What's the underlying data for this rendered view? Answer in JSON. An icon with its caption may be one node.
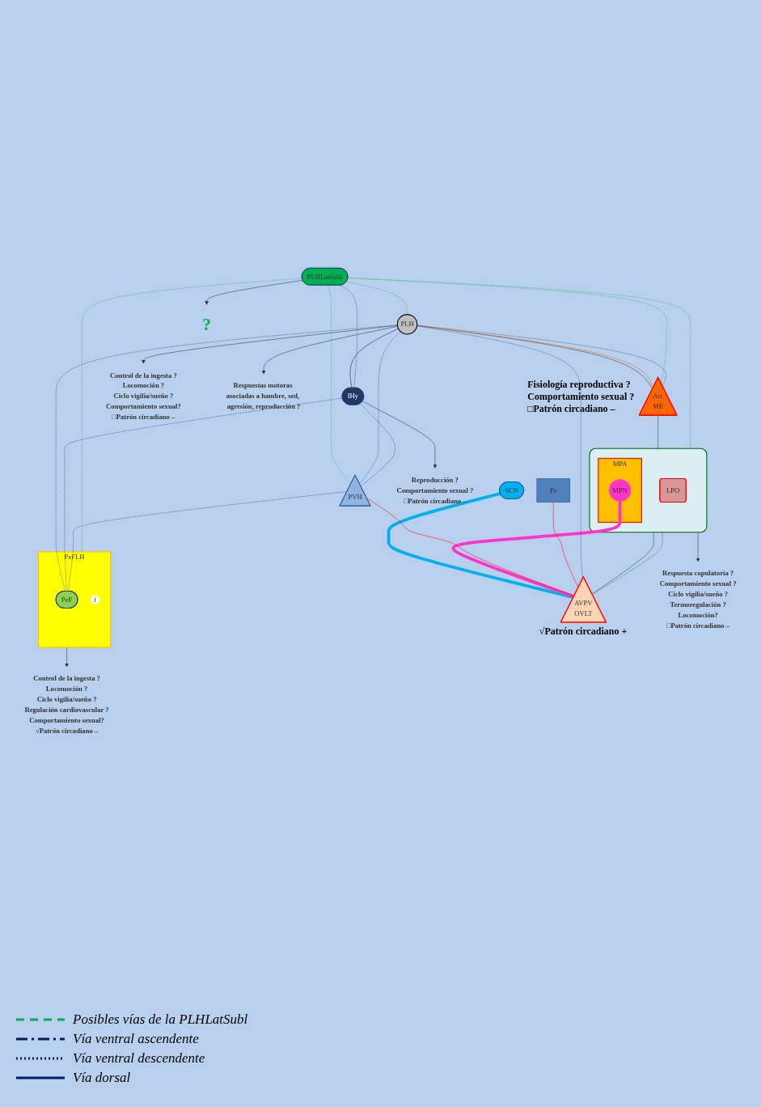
{
  "diagram": {
    "nodes": [
      {
        "text": [
          "PLH"
        ]
      },
      {
        "text": [
          "Arc",
          "ME"
        ],
        "beside": [
          "Fisiología reproductiva ?",
          "Comportamiento sexual ?",
          "□Patrón circadiano –"
        ]
      },
      {
        "text": [
          "PLHLatSubl"
        ]
      },
      {
        "text": [
          "PeFLH"
        ]
      },
      {
        "text": [
          "PeF"
        ],
        "in": 3
      },
      {
        "text": [
          "f"
        ],
        "in": 3
      },
      {
        "text": [
          "IHy"
        ]
      },
      {
        "text": [
          "PVH"
        ]
      },
      {
        "text": [
          "Pe"
        ]
      },
      {
        "text": [
          "SCN"
        ]
      },
      {
        "text": [],
        "shape": "box"
      },
      {
        "text": [
          "MPA"
        ],
        "in": 10
      },
      {
        "text": [
          "MPN"
        ],
        "in": 11
      },
      {
        "text": [
          "LPO"
        ],
        "in": 10
      },
      {
        "text": [
          "AVPV",
          "OVLT"
        ],
        "beside": [
          "√Patrón circadiano +"
        ]
      },
      {
        "text": [
          "Control de la ingesta ?",
          "Locomoción ?",
          "Ciclo vigilia/sueño ?",
          "Comportamiento sexual?",
          "□Patrón circadiano –"
        ]
      },
      {
        "text": [
          "Respuestas motoras asociadas a hambre, sed, agresión, reproducción ?"
        ]
      },
      {
        "text": [
          "?"
        ]
      },
      {
        "text": [
          "Reproducción ?",
          "Comportamiento sexual ?",
          "□Patrón circadiano –"
        ]
      },
      {
        "text": [
          "Respuesta copulatoria ?",
          "Comportamiento sexual ?",
          "Ciclo vigilia/sueño ?",
          "Termoregulación ?",
          "Locomoción?",
          "□Patrón circadiano –"
        ]
      },
      {
        "text": [
          "Control de la ingesta ?",
          "Locomoción ?",
          "Ciclo vigilia/sueño ?",
          "Regulación cardiovascular ?",
          "Comportamiento sexual?",
          "√Patrón circadiano –"
        ]
      }
    ],
    "edges": [
      {
        "from": 0,
        "to": 15,
        "arrow": "to"
      },
      {
        "from": 0,
        "to": 16,
        "arrow": "to"
      },
      {
        "from": 2,
        "to": 17,
        "arrow": "to"
      },
      {
        "from": 6,
        "to": 18,
        "arrow": "to"
      },
      {
        "from": 10,
        "to": 19,
        "arrow": "to"
      },
      {
        "from": 3,
        "to": 20,
        "arrow": "to"
      },
      {
        "from": 9,
        "to": 14,
        "arrow": "to",
        "style": "thick",
        "color": "#00b0f0"
      },
      {
        "from": 12,
        "to": 14,
        "arrow": "to",
        "style": "thick",
        "color": "#ff33cc"
      },
      {
        "from": 0,
        "to": 1,
        "arrow": "none"
      },
      {
        "from": 0,
        "to": 1,
        "arrow": "none",
        "color": "#ff6600"
      },
      {
        "from": 1,
        "to": 10,
        "arrow": "none",
        "color": "#006600"
      },
      {
        "from": 10,
        "to": 14,
        "arrow": "none",
        "color": "#006600"
      },
      {
        "from": 7,
        "to": 14,
        "arrow": "none",
        "color": "#ff0000"
      },
      {
        "from": 8,
        "to": 14,
        "arrow": "none",
        "color": "#ff0000"
      },
      {
        "from": 0,
        "to": 6,
        "arrow": "none",
        "color": "#002060"
      },
      {
        "from": 2,
        "to": 0,
        "arrow": "none",
        "style": "dashed",
        "color": "#00b050"
      },
      {
        "from": 2,
        "to": 3,
        "arrow": "none",
        "style": "dashed",
        "color": "#00b050"
      },
      {
        "from": 2,
        "to": 1,
        "arrow": "none",
        "style": "dashed",
        "color": "#00b050"
      },
      {
        "from": 2,
        "to": 10,
        "arrow": "none",
        "style": "dashed",
        "color": "#00b050"
      },
      {
        "from": 2,
        "to": 7,
        "arrow": "none",
        "style": "dashed",
        "color": "#00b050"
      },
      {
        "from": 2,
        "to": 6,
        "arrow": "none",
        "style": "dashed",
        "color": "#002060"
      },
      {
        "from": 0,
        "to": 4,
        "arrow": "none",
        "style": "dashed",
        "color": "#002060"
      },
      {
        "from": 0,
        "to": 1,
        "arrow": "none",
        "style": "dashed",
        "color": "#002060"
      },
      {
        "from": 6,
        "to": 4,
        "arrow": "none",
        "style": "dashed",
        "color": "#002060"
      },
      {
        "from": 0,
        "to": 14,
        "arrow": "none",
        "style": "dashed",
        "color": "#002060"
      },
      {
        "from": 0,
        "to": 7,
        "arrow": "none",
        "style": "dashed",
        "color": "#002060"
      },
      {
        "from": 6,
        "to": 7,
        "arrow": "none",
        "style": "dashed",
        "color": "#002060"
      },
      {
        "from": 7,
        "to": 4,
        "arrow": "none",
        "style": "dashed",
        "color": "#002060"
      },
      {
        "from": 10,
        "to": 14,
        "arrow": "none",
        "style": "dashed",
        "color": "#002060"
      }
    ],
    "legend": [
      {
        "text": "Posibles vías de la PLHLatSubl"
      },
      {
        "text": "Vía ventral ascendente"
      },
      {
        "text": "Vía ventral descendente"
      },
      {
        "text": "Vía dorsal"
      }
    ]
  }
}
